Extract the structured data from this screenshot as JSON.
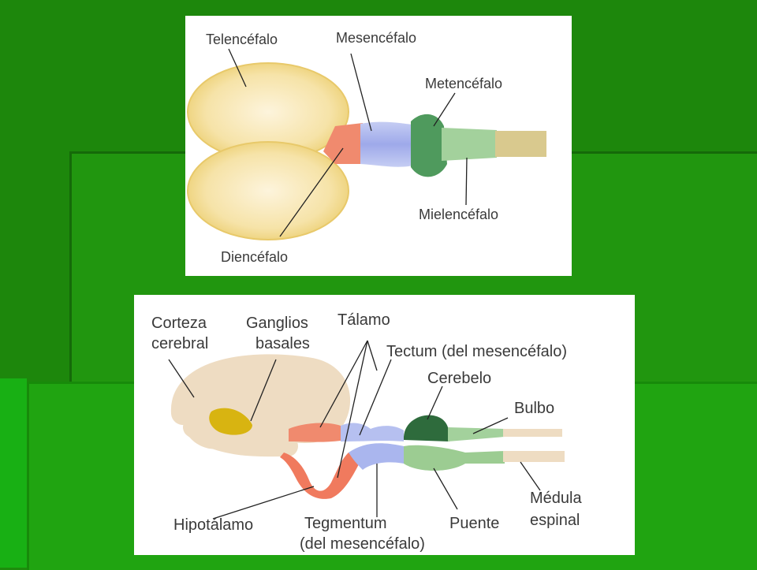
{
  "top_diagram": {
    "labels": {
      "telencefalo": "Telencéfalo",
      "mesencefalo": "Mesencéfalo",
      "metencefalo": "Metencéfalo",
      "mielencefalo": "Mielencéfalo",
      "diencefalo": "Diencéfalo"
    }
  },
  "bottom_diagram": {
    "labels": {
      "corteza_1": "Corteza",
      "corteza_2": "cerebral",
      "ganglios_1": "Ganglios",
      "ganglios_2": "basales",
      "talamo": "Tálamo",
      "tectum": "Tectum (del mesencéfalo)",
      "cerebelo": "Cerebelo",
      "bulbo": "Bulbo",
      "hipotalamo": "Hipotálamo",
      "tegmentum_1": "Tegmentum",
      "tegmentum_2": "(del mesencéfalo)",
      "puente": "Puente",
      "medula_1": "Médula",
      "medula_2": "espinal"
    }
  },
  "colors": {
    "background_green": "#1e8c0c",
    "background_light_green": "#20a010",
    "telencephalon_yellow": "#f3dc8e",
    "diencephalon_salmon": "#f08a6e",
    "mesencephalon_lavender": "#aab6ee",
    "metencephalon_green": "#4f9a5d",
    "myelencephalon_green": "#a3d19c",
    "spinal_cord_tan": "#d9c98e",
    "basal_ganglia_gold": "#d8b411"
  }
}
